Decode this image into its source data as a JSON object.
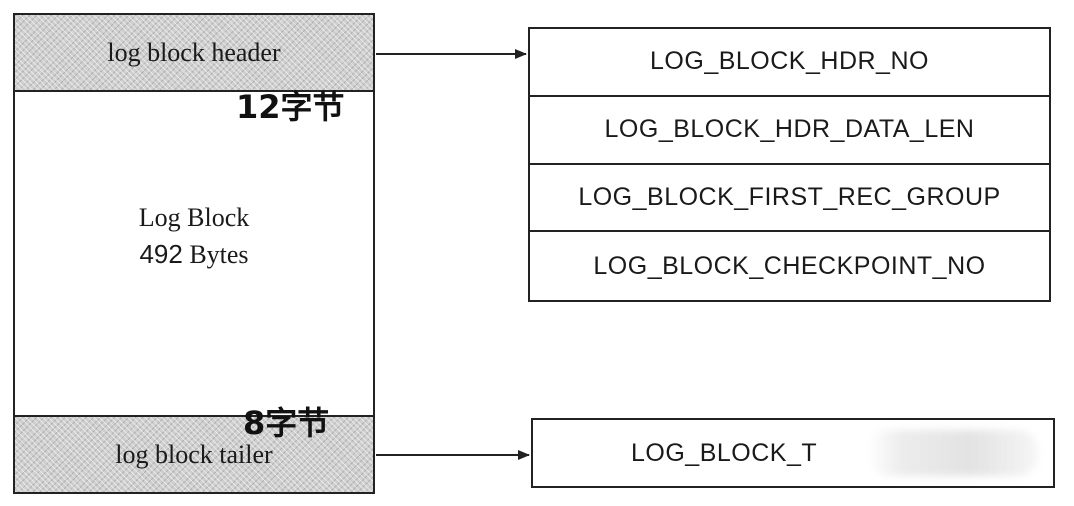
{
  "log_block": {
    "header_label": "log block header",
    "body_line1": "Log Block",
    "body_size_number": "492",
    "body_size_unit": "Bytes",
    "tailer_label": "log block tailer"
  },
  "annotations": {
    "header_size": "12字节",
    "tailer_size": "8字节"
  },
  "header_fields": [
    "LOG_BLOCK_HDR_NO",
    "LOG_BLOCK_HDR_DATA_LEN",
    "LOG_BLOCK_FIRST_REC_GROUP",
    "LOG_BLOCK_CHECKPOINT_NO"
  ],
  "tailer_field": "LOG_BLOCK_TRL_NO",
  "tailer_field_visible": "LOG_BLOCK_T"
}
